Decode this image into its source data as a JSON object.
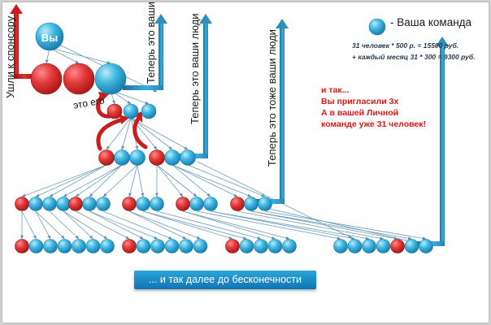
{
  "you": "Вы",
  "legend": "- Ваша команда",
  "calc": {
    "line1": "31 человек * 500 р. = 15500 руб.",
    "line2": "+ каждый месяц 31 * 300 = 9300 руб."
  },
  "message": {
    "line1": "и так...",
    "line2": "Вы пригласили 3х",
    "line3": "А в вашей Личной",
    "line4": "команде уже 31 человек!"
  },
  "labels": {
    "sponsor": "Ушли к спонсору",
    "yours1": "Теперь это ваши",
    "yours2": "Теперь это ваши люди",
    "yours3": "Теперь это тоже ваши люди",
    "his": "это его"
  },
  "banner": "... и так далее до бесконечности",
  "colors": {
    "red_circle": "#d92b2b",
    "blue_circle": "#3cb4de",
    "arrow_red": "#c81e1e",
    "arrow_blue": "#2f8fb9"
  }
}
